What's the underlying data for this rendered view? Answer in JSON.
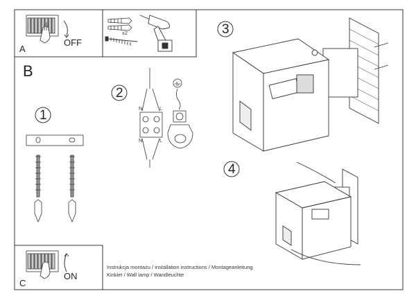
{
  "sections": {
    "a": {
      "letter": "A",
      "switch_state": "OFF",
      "screw_count": "x2"
    },
    "b": {
      "letter": "B"
    },
    "c": {
      "letter": "C",
      "switch_state": "ON"
    }
  },
  "steps": {
    "s1": "1",
    "s2": "2",
    "s3": "3",
    "s4": "4"
  },
  "wiring": {
    "neutral": "N",
    "live": "L"
  },
  "caption": {
    "line1": "Instrukcja montażu / installation instructions / Montageanleitung",
    "line2": "Kinkiet / Wall lamp / Wandleuchte"
  }
}
